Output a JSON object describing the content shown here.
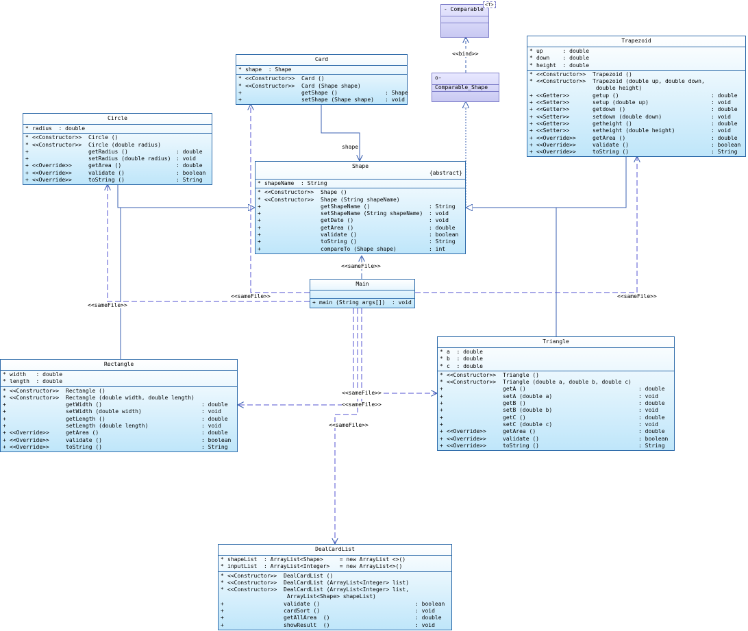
{
  "labels": {
    "bind": "<<bind>>",
    "shape_assoc": "shape",
    "samefile": "<<sameFile>>",
    "template_param": "<T>"
  },
  "comparable": {
    "name": "Comparable"
  },
  "comparable_shape": {
    "name": "Comparable_Shape"
  },
  "card": {
    "name": "Card",
    "attrs": [
      {
        "vis": "*",
        "text": "shape  : Shape"
      }
    ],
    "ops": [
      {
        "vis": "*",
        "stereo": "<<Constructor>>",
        "name": "Card ()",
        "type": ""
      },
      {
        "vis": "*",
        "stereo": "<<Constructor>>",
        "name": "Card (Shape shape)",
        "type": ""
      },
      {
        "vis": "+",
        "stereo": "",
        "name": "getShape ()",
        "type": ": Shape"
      },
      {
        "vis": "+",
        "stereo": "",
        "name": "setShape (Shape shape)",
        "type": ": void"
      }
    ]
  },
  "circle": {
    "name": "Circle",
    "attrs": [
      {
        "vis": "*",
        "text": "radius  : double"
      }
    ],
    "ops": [
      {
        "vis": "*",
        "stereo": "<<Constructor>>",
        "name": "Circle ()",
        "type": ""
      },
      {
        "vis": "*",
        "stereo": "<<Constructor>>",
        "name": "Circle (double radius)",
        "type": ""
      },
      {
        "vis": "+",
        "stereo": "",
        "name": "getRadius ()",
        "type": ": double"
      },
      {
        "vis": "+",
        "stereo": "",
        "name": "setRadius (double radius)",
        "type": ": void"
      },
      {
        "vis": "+",
        "stereo": "<<Override>>",
        "name": "getArea ()",
        "type": ": double"
      },
      {
        "vis": "+",
        "stereo": "<<Override>>",
        "name": "validate ()",
        "type": ": boolean"
      },
      {
        "vis": "+",
        "stereo": "<<Override>>",
        "name": "toString ()",
        "type": ": String"
      }
    ]
  },
  "shape": {
    "name": "Shape",
    "stereotype": "{abstract}",
    "attrs": [
      {
        "vis": "*",
        "text": "shapeName  : String"
      }
    ],
    "ops": [
      {
        "vis": "*",
        "stereo": "<<Constructor>>",
        "name": "Shape ()",
        "type": ""
      },
      {
        "vis": "*",
        "stereo": "<<Constructor>>",
        "name": "Shape (String shapeName)",
        "type": ""
      },
      {
        "vis": "+",
        "stereo": "",
        "name": "getShapeName ()",
        "type": ": String"
      },
      {
        "vis": "+",
        "stereo": "",
        "name": "setShapeName (String shapeName)",
        "type": ": void"
      },
      {
        "vis": "+",
        "stereo": "",
        "name": "getDate ()",
        "type": ": void"
      },
      {
        "vis": "+",
        "stereo": "",
        "name": "getArea ()",
        "type": ": double"
      },
      {
        "vis": "+",
        "stereo": "",
        "name": "validate ()",
        "type": ": boolean"
      },
      {
        "vis": "+",
        "stereo": "",
        "name": "toString ()",
        "type": ": String"
      },
      {
        "vis": "+",
        "stereo": "",
        "name": "compareTo (Shape shape)",
        "type": ": int"
      }
    ]
  },
  "trapezoid": {
    "name": "Trapezoid",
    "attrs": [
      {
        "vis": "*",
        "text": "up      : double"
      },
      {
        "vis": "*",
        "text": "down    : double"
      },
      {
        "vis": "*",
        "text": "height  : double"
      }
    ],
    "ops": [
      {
        "vis": "*",
        "stereo": "<<Constructor>>",
        "name": "Trapezoid ()",
        "type": ""
      },
      {
        "vis": "*",
        "stereo": "<<Constructor>>",
        "name": "Trapezoid (double up, double down,",
        "type": ""
      },
      {
        "vis": "",
        "stereo": "",
        "name": " double height)",
        "type": ""
      },
      {
        "vis": "+",
        "stereo": "<<Getter>>",
        "name": "getup ()",
        "type": ": double"
      },
      {
        "vis": "+",
        "stereo": "<<Setter>>",
        "name": "setup (double up)",
        "type": ": void"
      },
      {
        "vis": "+",
        "stereo": "<<Getter>>",
        "name": "getdown ()",
        "type": ": double"
      },
      {
        "vis": "+",
        "stereo": "<<Setter>>",
        "name": "setdown (double down)",
        "type": ": void"
      },
      {
        "vis": "+",
        "stereo": "<<Getter>>",
        "name": "getheight ()",
        "type": ": double"
      },
      {
        "vis": "+",
        "stereo": "<<Setter>>",
        "name": "setheight (double height)",
        "type": ": void"
      },
      {
        "vis": "+",
        "stereo": "<<Override>>",
        "name": "getArea ()",
        "type": ": double"
      },
      {
        "vis": "+",
        "stereo": "<<Override>>",
        "name": "validate ()",
        "type": ": boolean"
      },
      {
        "vis": "+",
        "stereo": "<<Override>>",
        "name": "toString ()",
        "type": ": String"
      }
    ]
  },
  "main": {
    "name": "Main",
    "ops": [
      {
        "vis": "+",
        "stereo": "",
        "name": "main (String args[])  : void",
        "type": ""
      }
    ]
  },
  "rectangle": {
    "name": "Rectangle",
    "attrs": [
      {
        "vis": "*",
        "text": "width   : double"
      },
      {
        "vis": "*",
        "text": "length  : double"
      }
    ],
    "ops": [
      {
        "vis": "*",
        "stereo": "<<Constructor>>",
        "name": "Rectangle ()",
        "type": ""
      },
      {
        "vis": "*",
        "stereo": "<<Constructor>>",
        "name": "Rectangle (double width, double length)",
        "type": ""
      },
      {
        "vis": "+",
        "stereo": "",
        "name": "getWidth ()",
        "type": ": double"
      },
      {
        "vis": "+",
        "stereo": "",
        "name": "setWidth (double width)",
        "type": ": void"
      },
      {
        "vis": "+",
        "stereo": "",
        "name": "getLength ()",
        "type": ": double"
      },
      {
        "vis": "+",
        "stereo": "",
        "name": "setLength (double length)",
        "type": ": void"
      },
      {
        "vis": "+",
        "stereo": "<<Override>>",
        "name": "getArea ()",
        "type": ": double"
      },
      {
        "vis": "+",
        "stereo": "<<Override>>",
        "name": "validate ()",
        "type": ": boolean"
      },
      {
        "vis": "+",
        "stereo": "<<Override>>",
        "name": "toString ()",
        "type": ": String"
      }
    ]
  },
  "triangle": {
    "name": "Triangle",
    "attrs": [
      {
        "vis": "*",
        "text": "a  : double"
      },
      {
        "vis": "*",
        "text": "b  : double"
      },
      {
        "vis": "*",
        "text": "c  : double"
      }
    ],
    "ops": [
      {
        "vis": "*",
        "stereo": "<<Constructor>>",
        "name": "Triangle ()",
        "type": ""
      },
      {
        "vis": "*",
        "stereo": "<<Constructor>>",
        "name": "Triangle (double a, double b, double c)",
        "type": ""
      },
      {
        "vis": "+",
        "stereo": "",
        "name": "getA ()",
        "type": ": double"
      },
      {
        "vis": "+",
        "stereo": "",
        "name": "setA (double a)",
        "type": ": void"
      },
      {
        "vis": "+",
        "stereo": "",
        "name": "getB ()",
        "type": ": double"
      },
      {
        "vis": "+",
        "stereo": "",
        "name": "setB (double b)",
        "type": ": void"
      },
      {
        "vis": "+",
        "stereo": "",
        "name": "getC ()",
        "type": ": double"
      },
      {
        "vis": "+",
        "stereo": "",
        "name": "setC (double c)",
        "type": ": void"
      },
      {
        "vis": "+",
        "stereo": "<<Override>>",
        "name": "getArea ()",
        "type": ": double"
      },
      {
        "vis": "+",
        "stereo": "<<Override>>",
        "name": "validate ()",
        "type": ": boolean"
      },
      {
        "vis": "+",
        "stereo": "<<Override>>",
        "name": "toString ()",
        "type": ": String"
      }
    ]
  },
  "dealcardlist": {
    "name": "DealCardList",
    "attrs": [
      {
        "vis": "*",
        "text": "shapeList  : ArrayList<Shape>     = new ArrayList <>()"
      },
      {
        "vis": "*",
        "text": "inputList  : ArrayList<Integer>   = new ArrayList<>()"
      }
    ],
    "ops": [
      {
        "vis": "*",
        "stereo": "<<Constructor>>",
        "name": "DealCardList ()",
        "type": ""
      },
      {
        "vis": "*",
        "stereo": "<<Constructor>>",
        "name": "DealCardList (ArrayList<Integer> list)",
        "type": ""
      },
      {
        "vis": "*",
        "stereo": "<<Constructor>>",
        "name": "DealCardList (ArrayList<Integer> list,",
        "type": ""
      },
      {
        "vis": "",
        "stereo": "",
        "name": " ArrayList<Shape> shapeList)",
        "type": ""
      },
      {
        "vis": "+",
        "stereo": "",
        "name": "validate ()",
        "type": ": boolean"
      },
      {
        "vis": "+",
        "stereo": "",
        "name": "cardSort ()",
        "type": ": void"
      },
      {
        "vis": "+",
        "stereo": "",
        "name": "getAllArea  ()",
        "type": ": double"
      },
      {
        "vis": "+",
        "stereo": "",
        "name": "showResult  ()",
        "type": ": void"
      }
    ]
  }
}
